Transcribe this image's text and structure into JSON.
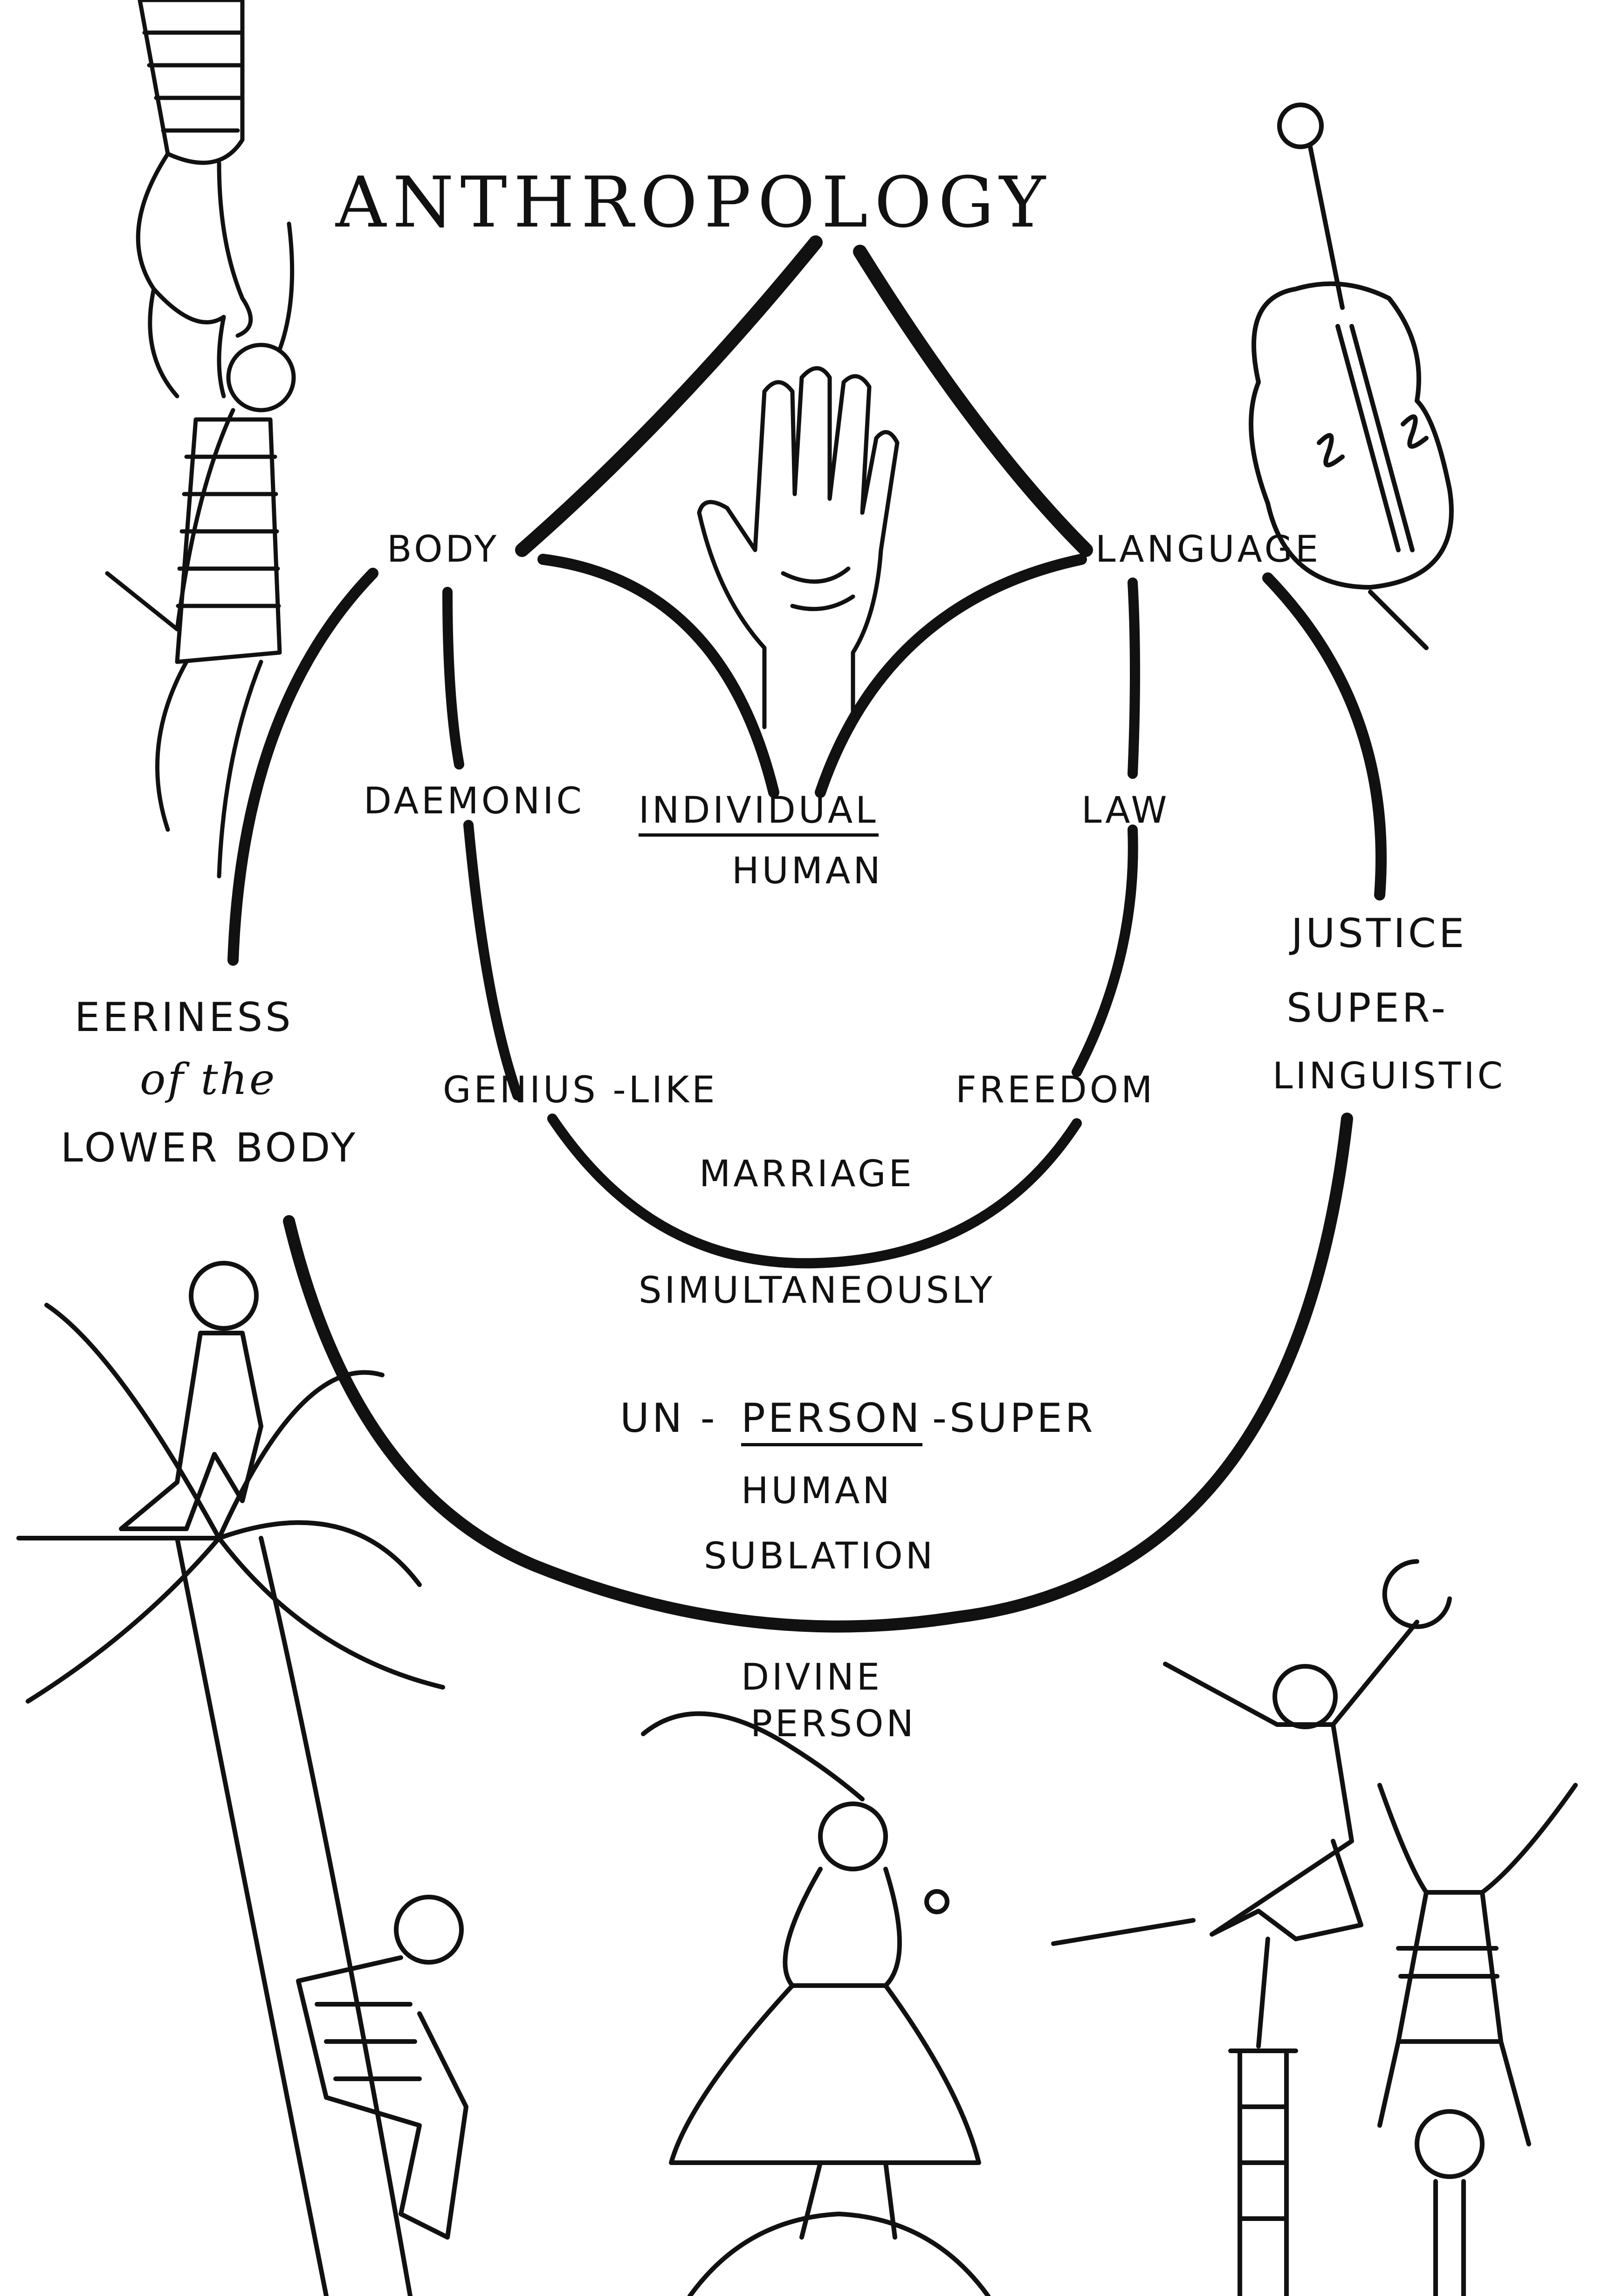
{
  "title": "ANTHROPOLOGY",
  "labels": {
    "body": "BODY",
    "language": "LANGUAGE",
    "daemonic": "DAEMONIC",
    "individual": "INDIVIDUAL",
    "human_1": "HUMAN",
    "law": "LAW",
    "justice": "JUSTICE",
    "super_hyphen": "SUPER-",
    "linguistic": "LINGUISTIC",
    "eeriness": "EERINESS",
    "of_the": "of the",
    "lower_body": "LOWER BODY",
    "genius_like": "GENIUS -LIKE",
    "freedom": "FREEDOM",
    "marriage": "MARRIAGE",
    "simultaneously": "SIMULTANEOUSLY",
    "un_dash": "UN -",
    "person": "PERSON",
    "dash_super": "-SUPER",
    "human_2": "HUMAN",
    "sublation": "SUBLATION",
    "divine": "DIVINE",
    "person_2": "PERSON"
  },
  "illustrations": [
    "striped-swimsuit-legs",
    "reaching-acrobat",
    "cello",
    "raised-hand",
    "woman-in-palm-tree",
    "man-climbing-tree",
    "girl-on-globe-with-feather",
    "dancer-holding-moon",
    "handstand-acrobat-on-pole"
  ],
  "colors": {
    "ink": "#111111",
    "paper": "#ffffff"
  }
}
